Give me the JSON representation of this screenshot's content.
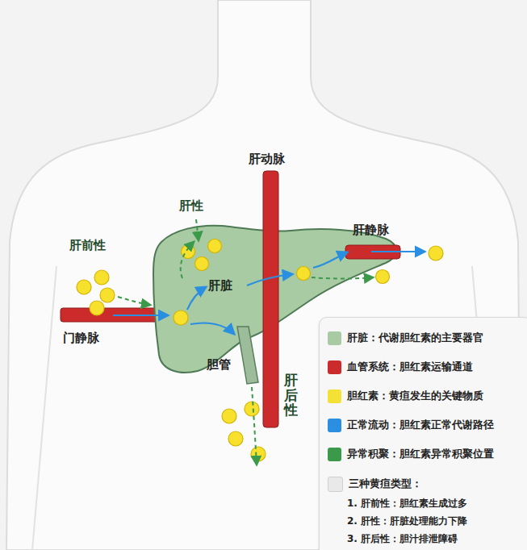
{
  "diagram": {
    "nodes": [
      {
        "text": [
          "肝脏"
        ]
      }
    ],
    "labels": [
      "肝动脉",
      "肝静脉",
      "肝前性",
      "肝性",
      "门静脉",
      "胆管",
      "肝后性"
    ],
    "legend": [
      {
        "text": "肝脏：代谢胆红素的主要器官",
        "color": "#a9cba3"
      },
      {
        "text": "血管系统：胆红素运输通道",
        "color": "#cc2b2b"
      },
      {
        "text": "胆红素：黄疸发生的关键物质",
        "color": "#f5e035"
      },
      {
        "text": "正常流动：胆红素正常代谢路径",
        "color": "#2a8fe0"
      },
      {
        "text": "异常积聚：胆红素异常积聚位置",
        "color": "#3a9a4a"
      },
      {
        "text": "三种黄疸类型：",
        "color": "#e9e9e9"
      },
      {
        "text": "1. 肝前性：胆红素生成过多"
      },
      {
        "text": "2. 肝性：肝脏处理能力下降"
      },
      {
        "text": "3. 肝后性：胆汁排泄障碍"
      }
    ]
  }
}
